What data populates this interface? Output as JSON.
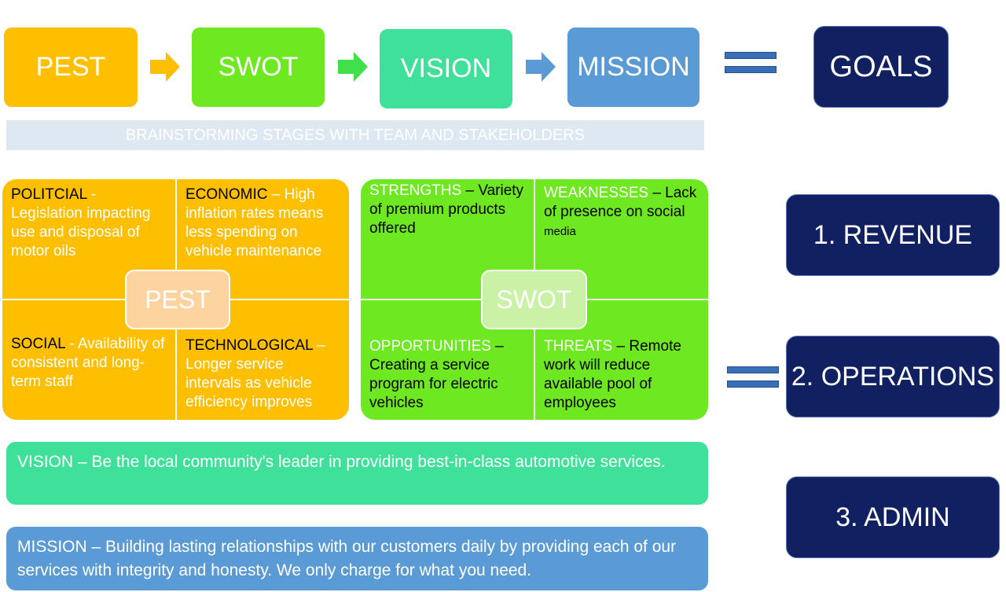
{
  "flow": {
    "pest": "PEST",
    "swot": "SWOT",
    "vision": "VISION",
    "mission": "MISSION",
    "goals": "GOALS"
  },
  "banner": "BRAINSTORMING STAGES WITH TEAM AND STAKEHOLDERS",
  "pest": {
    "badge": "PEST",
    "political": {
      "head": "POLITCIAL",
      "sep": " - ",
      "text": "Legislation impacting use and disposal of motor oils"
    },
    "economic": {
      "head": "ECONOMIC",
      "sep": " – ",
      "text": "High inflation rates means less spending on vehicle maintenance"
    },
    "social": {
      "head": "SOCIAL",
      "sep": " - ",
      "text": "Availability of consistent and long-term staff"
    },
    "technological": {
      "head": "TECHNOLOGICAL",
      "sep": " – ",
      "text": "Longer service intervals as vehicle efficiency improves"
    }
  },
  "swot": {
    "badge": "SWOT",
    "strengths": {
      "head": "STRENGTHS",
      "sep": " – ",
      "text": "Variety of premium products offered"
    },
    "weaknesses": {
      "head": "WEAKNESSES",
      "sep": " – ",
      "text": "Lack of presence on social",
      "text_small": "media"
    },
    "opportunities": {
      "head": "OPPORTUNITIES",
      "sep": " – ",
      "text": "Creating a service program for electric vehicles"
    },
    "threats": {
      "head": "THREATS",
      "sep": " – ",
      "text": "Remote work will reduce available pool of employees"
    }
  },
  "vision_statement": "VISION – Be the local community's leader in providing best-in-class automotive services.",
  "mission_statement": "MISSION – Building lasting relationships with our customers daily by providing each of our services with integrity and honesty.  We only charge for what you need.",
  "goals_list": {
    "revenue": "1. REVENUE",
    "operations": "2. OPERATIONS",
    "admin": "3. ADMIN"
  },
  "colors": {
    "pest": "#fdbf00",
    "swot": "#6ee820",
    "vision": "#3fe09a",
    "mission": "#5b9bd5",
    "goals": "#102060"
  }
}
